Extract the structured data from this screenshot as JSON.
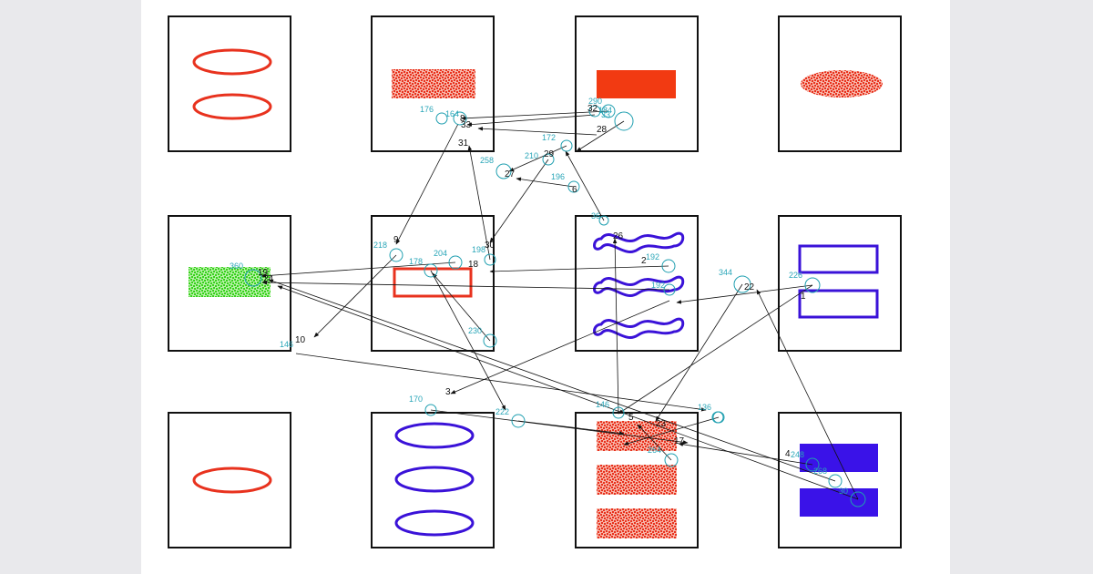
{
  "colors": {
    "red": "#e8321e",
    "blue": "#3a12d8",
    "green": "#37d21c",
    "fixation": "#2aa6b8",
    "arrow": "#111111"
  },
  "fixations": [
    {
      "label": "176"
    },
    {
      "label": "164"
    },
    {
      "label": "290"
    },
    {
      "label": "184"
    },
    {
      "label": "172"
    },
    {
      "label": "210"
    },
    {
      "label": "258"
    },
    {
      "label": "196"
    },
    {
      "label": "36"
    },
    {
      "label": "218"
    },
    {
      "label": "204"
    },
    {
      "label": "198"
    },
    {
      "label": "178"
    },
    {
      "label": "192"
    },
    {
      "label": "192"
    },
    {
      "label": "360"
    },
    {
      "label": "344"
    },
    {
      "label": "226"
    },
    {
      "label": "230"
    },
    {
      "label": "146"
    },
    {
      "label": "170"
    },
    {
      "label": "222"
    },
    {
      "label": "146"
    },
    {
      "label": "136"
    },
    {
      "label": "264"
    },
    {
      "label": "248"
    },
    {
      "label": "268"
    },
    {
      "label": "30"
    },
    {
      "label": "33"
    }
  ],
  "sequence": [
    {
      "label": "8"
    },
    {
      "label": "33"
    },
    {
      "label": "32"
    },
    {
      "label": "28"
    },
    {
      "label": "31"
    },
    {
      "label": "29"
    },
    {
      "label": "27"
    },
    {
      "label": "6"
    },
    {
      "label": "9"
    },
    {
      "label": "30"
    },
    {
      "label": "26"
    },
    {
      "label": "2"
    },
    {
      "label": "18"
    },
    {
      "label": "19"
    },
    {
      "label": "24"
    },
    {
      "label": "1"
    },
    {
      "label": "22"
    },
    {
      "label": "10"
    },
    {
      "label": "3"
    },
    {
      "label": "5"
    },
    {
      "label": "17"
    },
    {
      "label": "4"
    },
    {
      "label": "23"
    }
  ]
}
